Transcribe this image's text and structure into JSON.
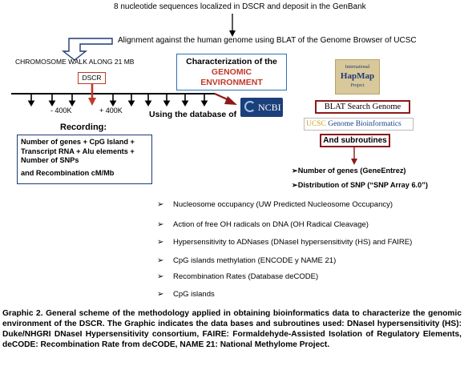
{
  "top_text": "8 nucleotide sequences localized in DSCR and deposit in the GenBank",
  "alignment_text": "Alignment against the human genome using BLAT of the Genome Browser of UCSC",
  "chromosome_walk": "CHROMOSOME WALK ALONG 21 MB",
  "dscr_label": "DSCR",
  "tick_minus": "- 400K",
  "tick_plus": "+ 400K",
  "characterization": {
    "line1": "Characterization of the",
    "line2": "GENOMIC",
    "line3": "ENVIRONMENT"
  },
  "database_text": "Using the database of",
  "ncbi_label": "NCBI",
  "hapmap": {
    "line1": "International",
    "line2": "HapMap",
    "line3": "Project"
  },
  "blat_search": "BLAT Search Genome",
  "ucsc": {
    "prefix": "UCSC",
    "suffix": " Genome Bioinformatics"
  },
  "subroutines": "And subroutines",
  "recording": {
    "title": "Recording:",
    "lines": [
      "Number of genes +  CpG Island +",
      "Transcript RNA  +  Alu elements +",
      "Number of SNPs",
      "and Recombination cM/Mb"
    ]
  },
  "right_items": [
    "Number of genes (GeneEntrez)",
    "Distribution of SNP (“SNP Array 6.0”)"
  ],
  "bullets": [
    "Nucleosome occupancy  (UW Predicted Nucleosome Occupancy)",
    "Action of free OH radicals on DNA  (OH Radical Cleavage)",
    "Hypersensitivity to ADNases (DNaseI hypersensitivity (HS) and FAIRE)",
    "CpG islands methylation  (ENCODE y NAME 21)",
    "Recombination Rates  (Database deCODE)",
    "CpG islands"
  ],
  "bullet_glyph": "➢",
  "caption": "Graphic 2. General scheme of the methodology applied in obtaining bioinformatics data to characterize the genomic environment of the DSCR. The Graphic indicates the data bases and subroutines used: DNaseI hypersensitivity (HS): Duke/NHGRI DNaseI Hypersensitivity consortium, FAIRE: Formaldehyde-Assisted Isolation of Regulatory Elements, deCODE: Recombination Rate from deCODE, NAME 21: National Methylome Project.",
  "colors": {
    "red": "#c0392b",
    "dark_red": "#8b1a1a",
    "blue_border": "#2f6fb5",
    "navy": "#1f3a73",
    "ncbi_bg": "#1b3f7a",
    "ucsc_gold": "#d4a017",
    "ucsc_blue": "#1a3f8f"
  }
}
